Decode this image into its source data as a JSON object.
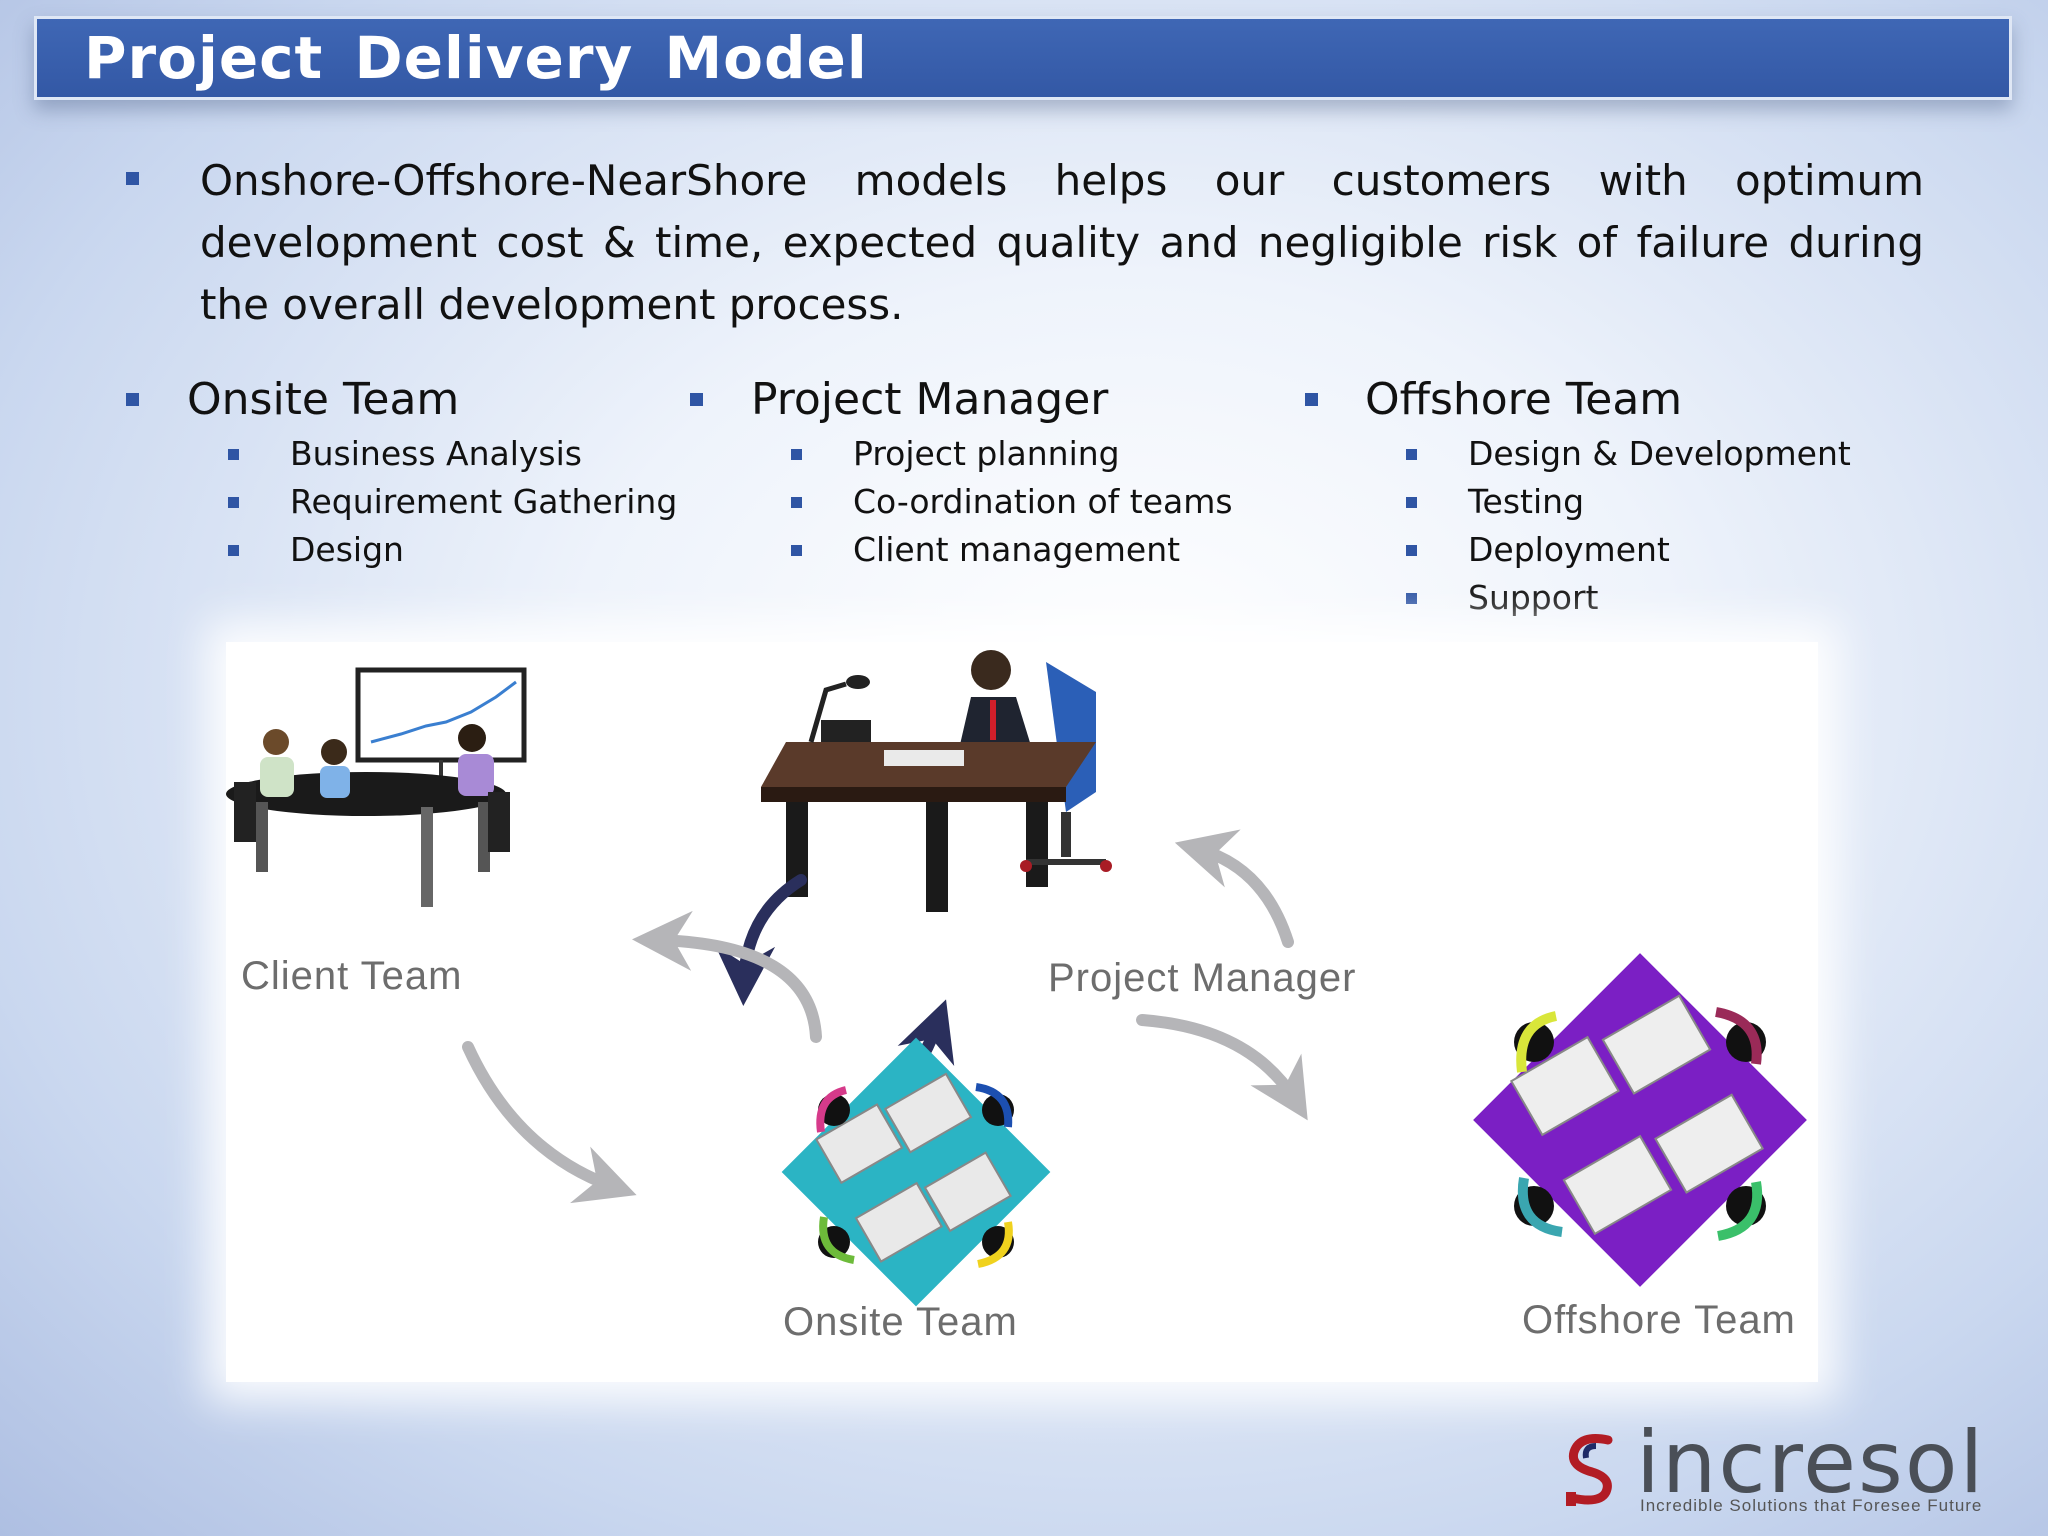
{
  "title": "Project  Delivery  Model",
  "intro": "Onshore-Offshore-NearShore models helps our customers with optimum development cost & time, expected quality and negligible risk of failure during the overall development process.",
  "columns": [
    {
      "heading": "Onsite Team",
      "items": [
        "Business Analysis",
        "Requirement Gathering",
        "Design"
      ]
    },
    {
      "heading": "Project Manager",
      "items": [
        "Project planning",
        "Co-ordination of teams",
        "Client management"
      ]
    },
    {
      "heading": "Offshore Team",
      "items": [
        "Design & Development",
        "Testing",
        "Deployment",
        "Support"
      ]
    }
  ],
  "diagram": {
    "client_label": "Client Team",
    "pm_label": "Project Manager",
    "onsite_label": "Onsite Team",
    "offshore_label": "Offshore Team"
  },
  "logo": {
    "name": "incresol",
    "tagline": "Incredible Solutions that Foresee Future"
  },
  "colors": {
    "title_bar": "#3a60ae",
    "bullet": "#2f55a4",
    "onsite_tile": "#2bb4c4",
    "offshore_tile": "#7b1fc4"
  }
}
